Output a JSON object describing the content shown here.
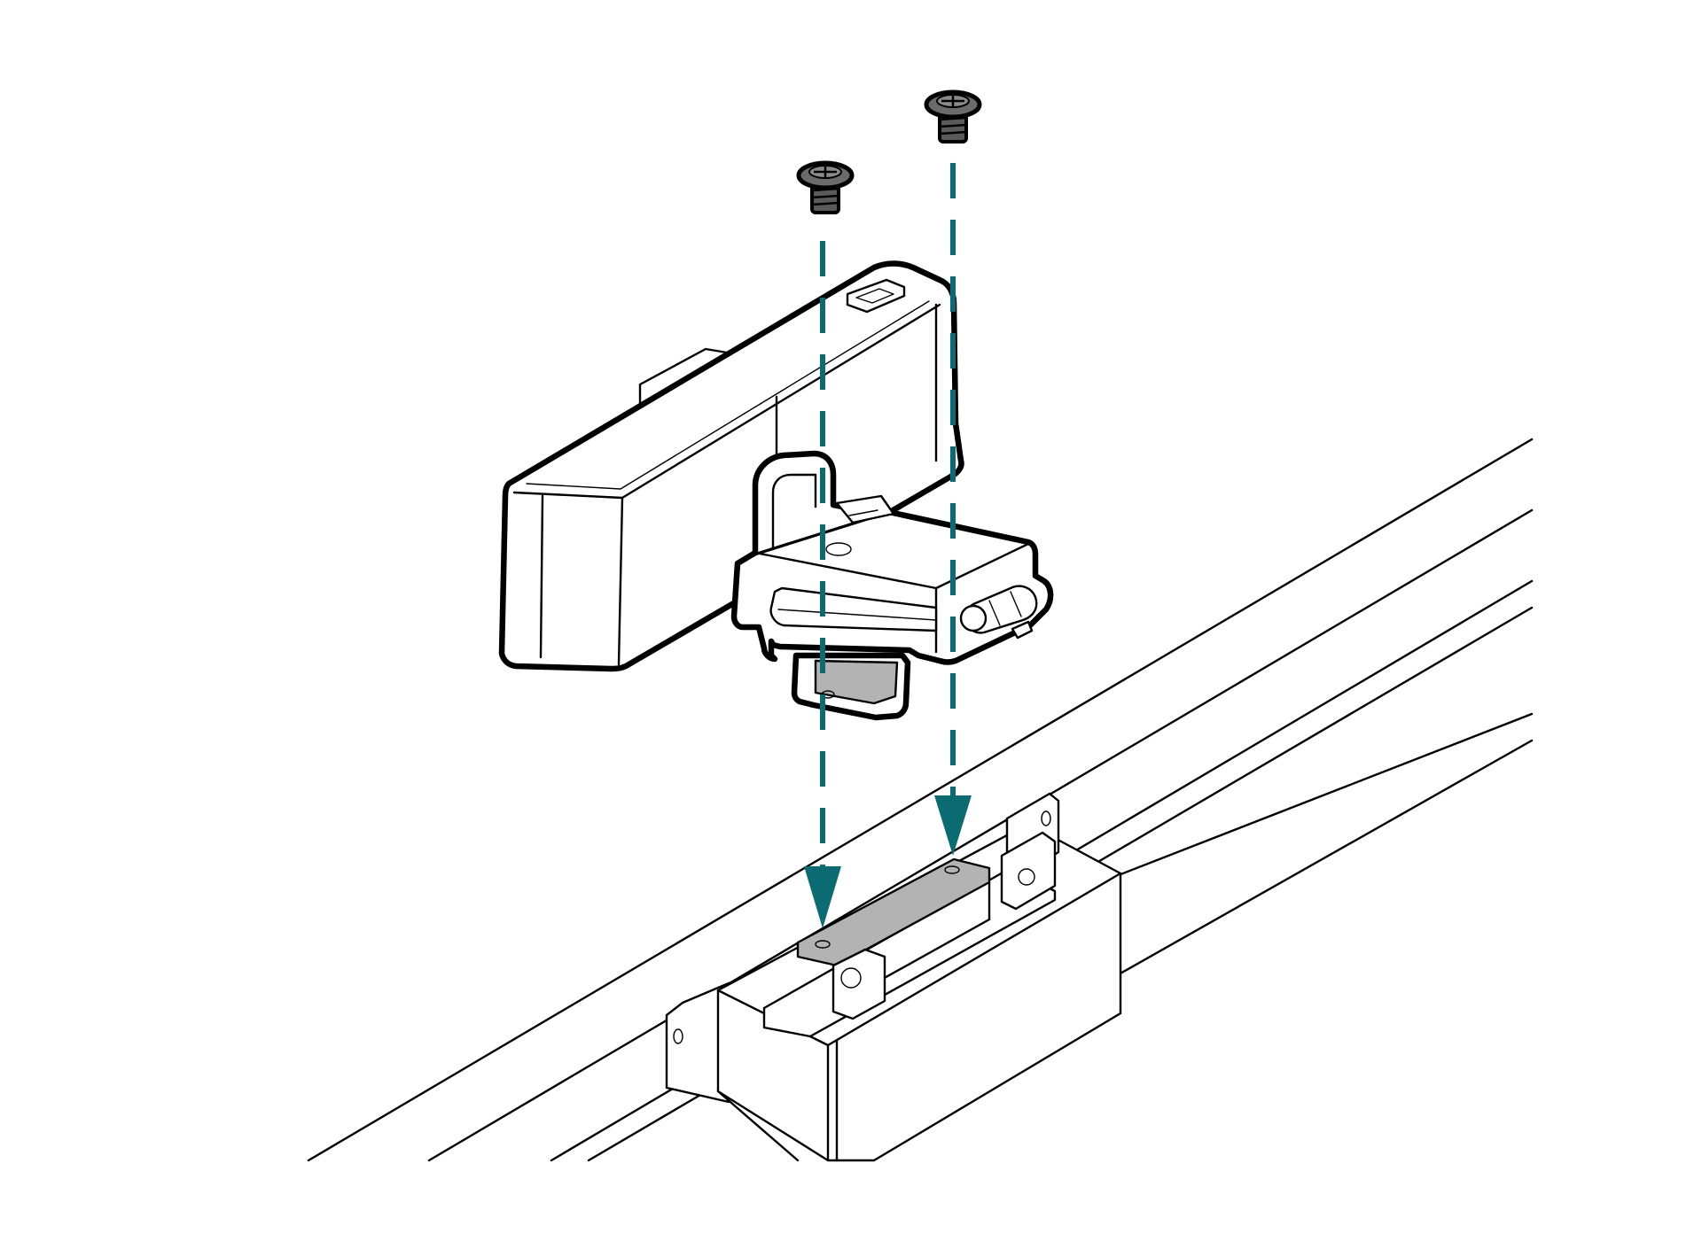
{
  "figure": {
    "description_text": "",
    "colors": {
      "line": "#000000",
      "accent": "#0b6b73",
      "screw": "#5a5a5a",
      "plate": "#b3b3b3",
      "background": "#ffffff"
    },
    "parts": [
      {
        "id": "screw-1",
        "icon": "screw-icon"
      },
      {
        "id": "screw-2",
        "icon": "screw-icon"
      },
      {
        "id": "sensor-module",
        "icon": "module-icon"
      },
      {
        "id": "mounting-bracket",
        "icon": "bracket-icon"
      },
      {
        "id": "printer-rail",
        "icon": "rail-icon"
      }
    ],
    "guides": [
      {
        "id": "guide-1",
        "style": "dashed",
        "arrow": "down"
      },
      {
        "id": "guide-2",
        "style": "dashed",
        "arrow": "down"
      }
    ]
  }
}
